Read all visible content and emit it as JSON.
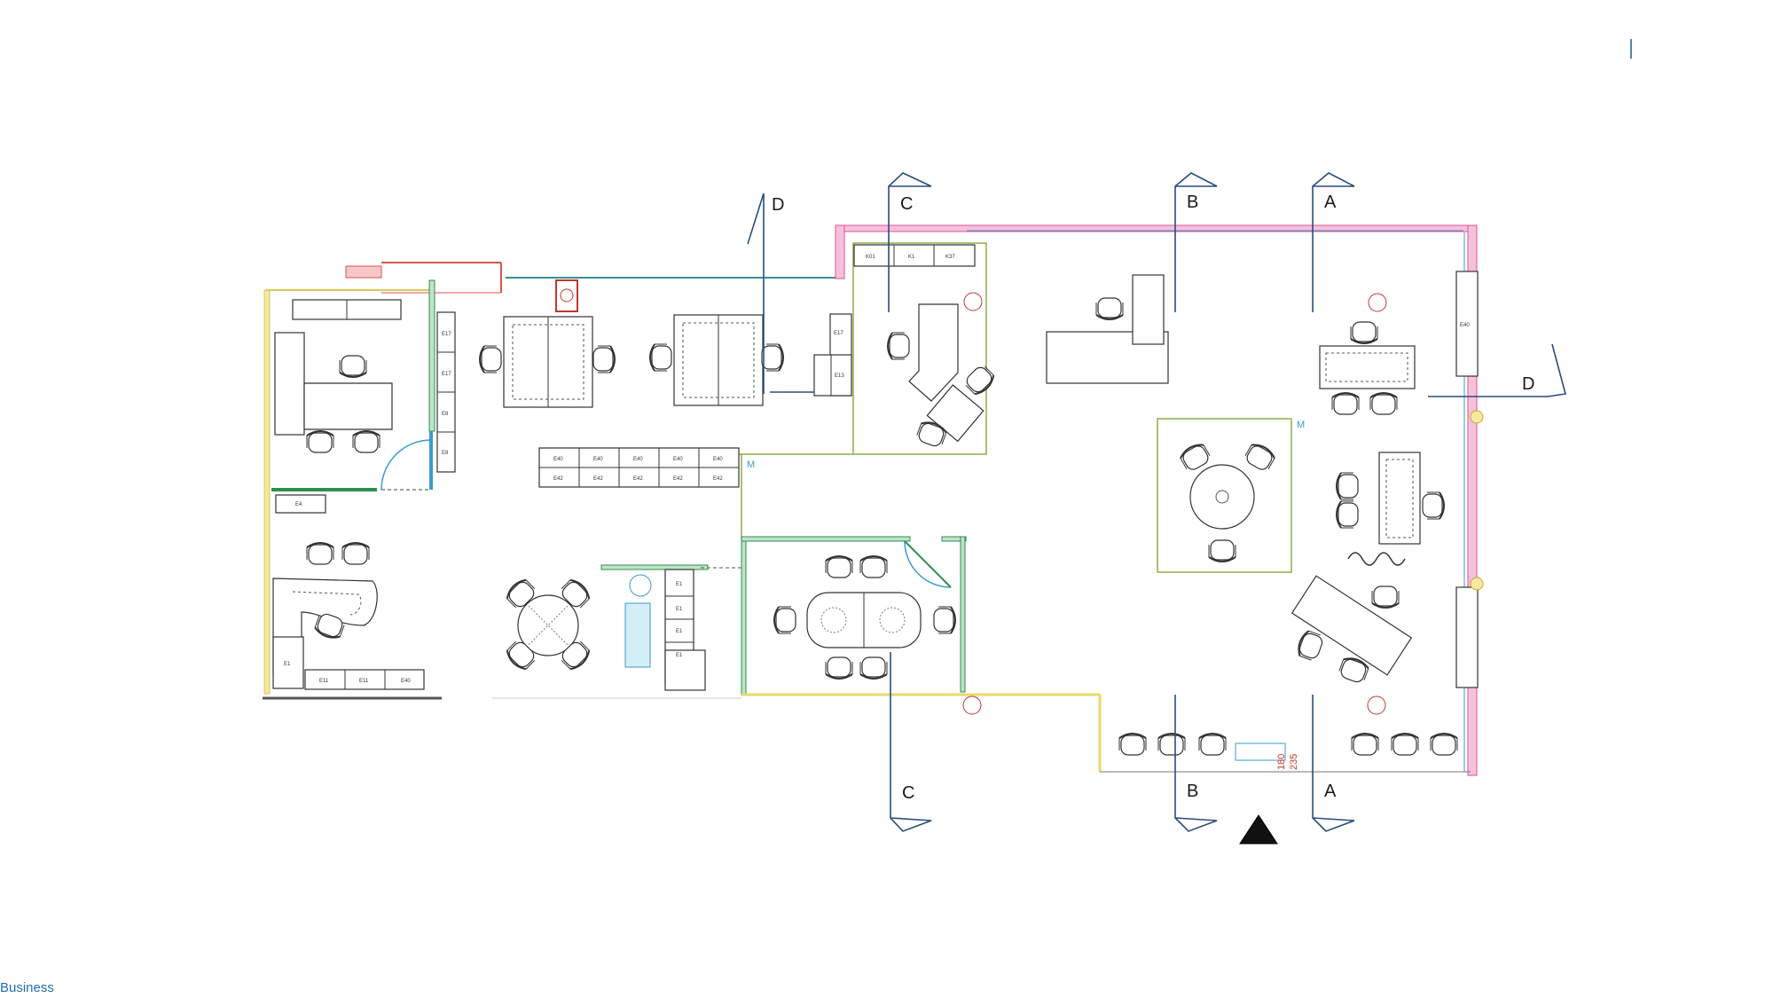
{
  "footer": {
    "label": "Business"
  },
  "section_marks": {
    "top": [
      "D",
      "C",
      "B",
      "A"
    ],
    "bottom": [
      "C",
      "B",
      "A"
    ],
    "right": "D"
  },
  "markers": {
    "m1": "M",
    "m2": "M"
  },
  "dimension": {
    "d1": "180",
    "d2": "235"
  },
  "cabinet_codes": {
    "wall_left": [
      "E17",
      "E17",
      "E8",
      "E8"
    ],
    "row_top": [
      "E40",
      "E40",
      "E40",
      "E40",
      "E40"
    ],
    "row_bottom": [
      "E42",
      "E42",
      "E42",
      "E42",
      "E42"
    ],
    "small_left": "E4",
    "kitchen": [
      "E1",
      "E1",
      "E1",
      "E1"
    ],
    "bottom_left": [
      "E11",
      "E11",
      "E40"
    ],
    "pedestal": "E1",
    "right_stack": [
      "E17",
      "E13"
    ],
    "top_room": [
      "K01",
      "K1",
      "K37"
    ],
    "right_wall": "E40"
  },
  "colors": {
    "section_line": "#2b4c7e",
    "wall_pink": "#e0529a",
    "wall_green": "#2f8f4e",
    "wall_yellow": "#e8d96b",
    "wall_red": "#d9534f",
    "room_outline": "#8ab04a",
    "accent_blue": "#3a9bd0",
    "entrance": "#111111"
  },
  "icons": [
    "entrance-arrow-icon",
    "section-flag-icon",
    "column-icon"
  ]
}
